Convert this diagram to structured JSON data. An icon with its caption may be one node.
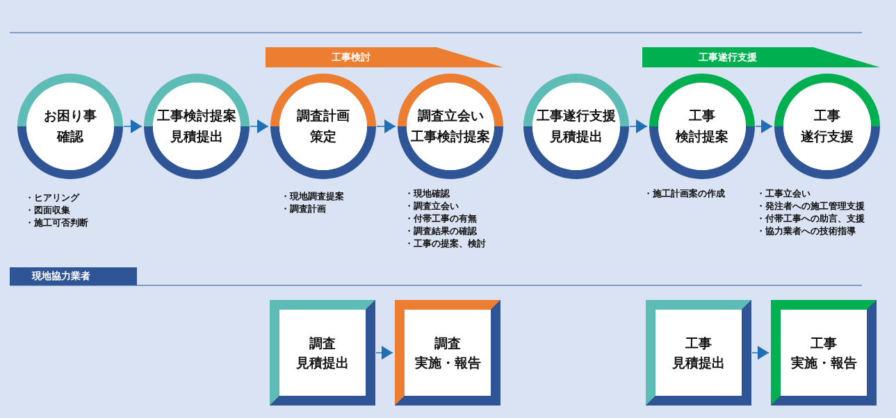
{
  "diagram": {
    "nodes": [
      {
        "text": [
          "お困り事",
          "確認"
        ],
        "beside": [
          "・ヒアリング",
          "・図面収集",
          "・施工可否判断"
        ]
      },
      {
        "text": [
          "工事検討提案",
          "見積提出"
        ]
      },
      {
        "text": [
          "調査計画",
          "策定"
        ],
        "beside": [
          "・現地調査提案",
          "・調査計画"
        ]
      },
      {
        "text": [
          "調査立会い",
          "工事検討提案"
        ],
        "beside": [
          "・現地確認",
          "・調査立会い",
          "・付帯工事の有無",
          "・調査結果の確認",
          "・工事の提案、検討"
        ]
      },
      {
        "text": [
          "工事遂行支援",
          "見積提出"
        ]
      },
      {
        "text": [
          "工事",
          "検討提案"
        ],
        "beside": [
          "・施工計画案の作成"
        ]
      },
      {
        "text": [
          "工事",
          "遂行支援"
        ],
        "beside": [
          "・工事立会い",
          "・発注者への施工管理支援",
          "・付帯工事への助言、支援",
          "・協力業者への技術指導"
        ]
      },
      {
        "text": [
          "工事検討"
        ]
      },
      {
        "text": [
          "工事遂行支援"
        ]
      },
      {
        "text": [
          "現地協力業者"
        ]
      },
      {
        "text": [
          "調査",
          "見積提出"
        ]
      },
      {
        "text": [
          "調査",
          "実施・報告"
        ]
      },
      {
        "text": [
          "工事",
          "見積提出"
        ]
      },
      {
        "text": [
          "工事",
          "実施・報告"
        ]
      }
    ],
    "edges": [
      {
        "from": 0,
        "to": 1,
        "arrow": "to"
      },
      {
        "from": 1,
        "to": 2,
        "arrow": "to"
      },
      {
        "from": 2,
        "to": 3,
        "arrow": "to"
      },
      {
        "from": 4,
        "to": 5,
        "arrow": "to"
      },
      {
        "from": 5,
        "to": 6,
        "arrow": "to"
      },
      {
        "from": 10,
        "to": 11,
        "arrow": "to"
      },
      {
        "from": 12,
        "to": 13,
        "arrow": "to"
      }
    ]
  }
}
